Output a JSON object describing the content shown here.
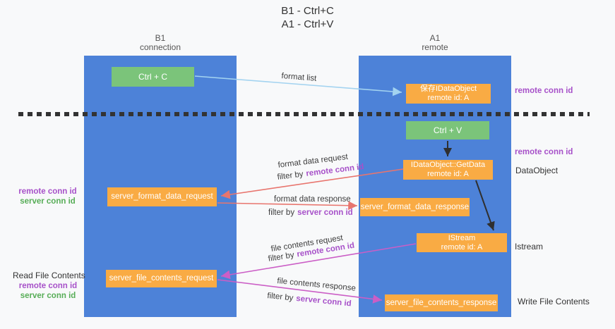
{
  "title": {
    "line1": "B1 - Ctrl+C",
    "line2": "A1 - Ctrl+V"
  },
  "lifelines": {
    "left": {
      "name": "B1",
      "role": "connection"
    },
    "right": {
      "name": "A1",
      "role": "remote"
    }
  },
  "nodes": {
    "ctrl_c": "Ctrl + C",
    "ctrl_v": "Ctrl + V",
    "save_dataobject_line1": "保存IDataObject",
    "save_dataobject_line2": "remote id: A",
    "getdata_line1": "IDataObject::GetData",
    "getdata_line2": "remote id: A",
    "istream_line1": "IStream",
    "istream_line2": "remote id: A",
    "server_format_data_request": "server_format_data_request",
    "server_format_data_response": "server_format_data_response",
    "server_file_contents_request": "server_file_contents_request",
    "server_file_contents_response": "server_file_contents_response"
  },
  "flow_labels": {
    "format_list": "format list",
    "format_data_request": "format data request",
    "format_data_response": "format data response",
    "file_contents_request": "file contents request",
    "file_contents_response": "file contents response",
    "filter_by": "filter by",
    "remote_conn_id": "remote conn id",
    "server_conn_id": "server conn id"
  },
  "side_labels": {
    "remote_conn_id": "remote conn id",
    "server_conn_id": "server conn id",
    "dataobject": "DataObject",
    "istream": "Istream",
    "read_file_contents": "Read File Contents",
    "write_file_contents": "Write File Contents"
  },
  "colors": {
    "lifeline_blue": "#4d82d8",
    "node_green": "#7bc47a",
    "node_orange": "#f9ab44",
    "arrow_light_blue": "#a3d3f0",
    "arrow_salmon": "#e8756e",
    "arrow_magenta": "#cb5ec6",
    "arrow_black": "#2f2f2f",
    "dashed_separator": "#333333",
    "accent_purple": "#a751c9",
    "accent_green": "#57ad57"
  }
}
